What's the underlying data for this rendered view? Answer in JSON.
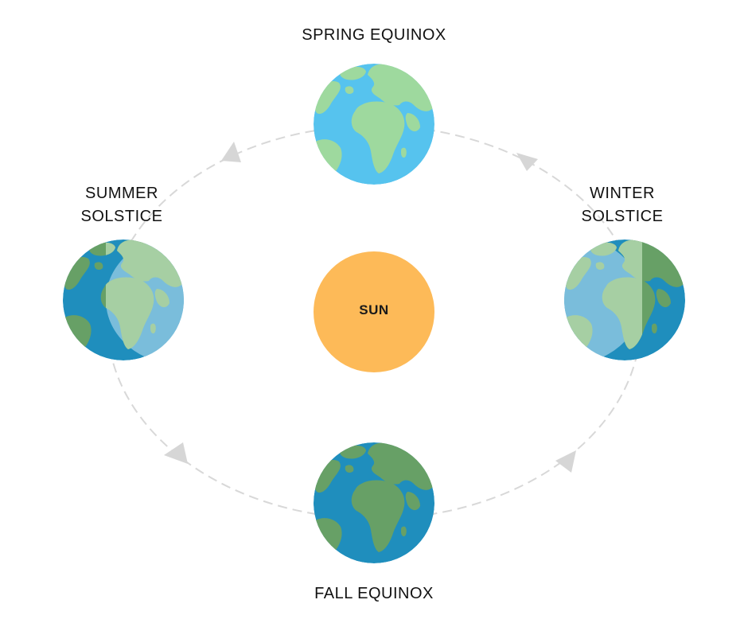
{
  "diagram": {
    "sun": {
      "label": "SUN",
      "color": "#FDBA58"
    },
    "seasons": {
      "spring": {
        "label": "SPRING EQUINOX"
      },
      "summer": {
        "line1": "SUMMER",
        "line2": "SOLSTICE"
      },
      "winter": {
        "line1": "WINTER",
        "line2": "SOLSTICE"
      },
      "fall": {
        "label": "FALL EQUINOX"
      }
    },
    "colors": {
      "ocean_lit": "#56C3EE",
      "land_lit": "#9ED99E",
      "ocean_dark": "#1F8EBD",
      "land_dark": "#67A066",
      "orbit": "#D8D8D8"
    },
    "icons": {
      "sun": "sun-circle",
      "earth": "earth-globe-icon",
      "arrow": "orbit-direction-arrow-icon"
    }
  }
}
